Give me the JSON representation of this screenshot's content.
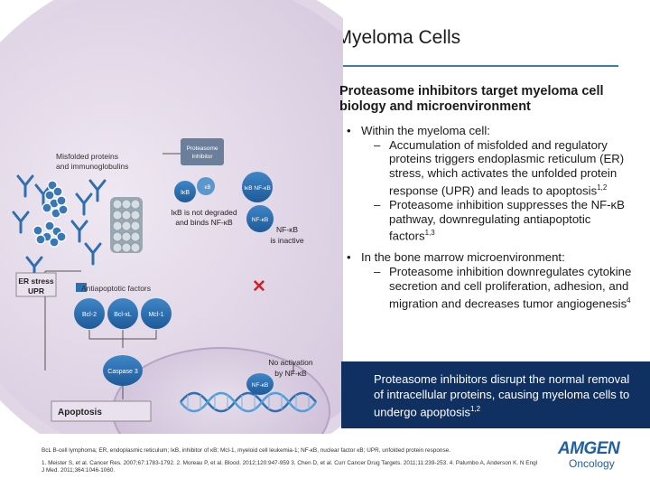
{
  "title": "Impact of Proteasome Inhibitors in Myeloma Cells",
  "right": {
    "heading": "Proteasome inhibitors target myeloma cell biology and microenvironment",
    "bullet1": "Within the myeloma cell:",
    "sub1": "Accumulation of misfolded and regulatory proteins triggers endoplasmic reticulum (ER) stress, which activates the unfolded protein response (UPR) and leads to apoptosis",
    "sub1_sup": "1,2",
    "sub2": "Proteasome inhibition suppresses the NF-κB pathway, downregulating antiapoptotic factors",
    "sub2_sup": "1,3",
    "bullet2": "In the bone marrow microenvironment:",
    "sub3": "Proteasome inhibition downregulates cytokine secretion and cell proliferation, adhesion, and migration and decreases tumor angiogenesis",
    "sub3_sup": "4"
  },
  "callout": {
    "text": "Proteasome inhibitors disrupt the normal removal of intracellular proteins, causing myeloma cells to undergo apoptosis",
    "sup": "1,2"
  },
  "diagram": {
    "misfolded": [
      "Misfolded proteins",
      "and immunoglobulins"
    ],
    "proteasome_inhibitor": [
      "Proteasome",
      "Inhibitor"
    ],
    "ikb": "IκB",
    "ikb_nfkb": "IκB NF-κB",
    "nfkb": "NF-κB",
    "ikb_note": [
      "IκB is not degraded",
      "and binds NF-κB"
    ],
    "nfkb_inactive": [
      "NF-κB",
      "is inactive"
    ],
    "er_stress": [
      "ER stress",
      "UPR"
    ],
    "antiapoptotic": "Antiapoptotic factors",
    "factors": [
      "Bcl-2",
      "Bcl-xL",
      "Mcl-1"
    ],
    "caspase": "Caspase 3",
    "apoptosis": "Apoptosis",
    "no_activation": [
      "No activation",
      "by NF-κB"
    ],
    "x_mark": "✕"
  },
  "footnote": {
    "abbrev": "BcL B-cell lymphoma; ER, endoplasmic reticulum; IκB, inhibitor of κB; Mcl-1, myeloid cell leukemia-1; NF-κB, nuclear factor κB; UPR, unfolded protein response.",
    "refs1": "1. Meister S, et al. Cancer Res. 2007;67:1783-1792. 2. Moreau P, et al. Blood. 2012;120:947-959 3. Chen D, et al. Curr Cancer Drug Targets. 2011;11:239-253. 4. Palumbo A, Anderson K. N Engl J Med. 2011;364:1046-1060."
  },
  "logo": {
    "brand": "AMGEN",
    "division": "Oncology"
  },
  "colors": {
    "title_rule": "#3b7fa8",
    "callout_bg": "#0f3060",
    "cell": "#d9cde0",
    "blue": "#2f6fb0",
    "red": "#d0202a"
  }
}
